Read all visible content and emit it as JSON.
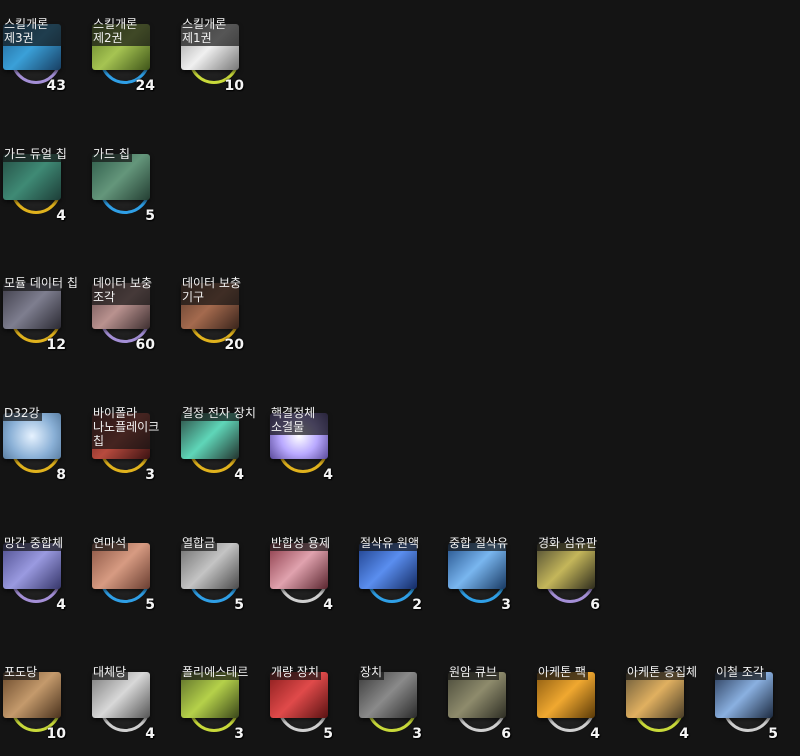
{
  "inventory": {
    "row1": [
      {
        "name": "스킬개론 제3권",
        "count": "43",
        "ring": "purple",
        "art": "linear-gradient(135deg,#1f5f8f,#3aa0d8 50%,#183f63)"
      },
      {
        "name": "스킬개론 제2권",
        "count": "24",
        "ring": "blue",
        "art": "linear-gradient(135deg,#5d7a26,#a6c452 50%,#3f5519)"
      },
      {
        "name": "스킬개론 제1권",
        "count": "10",
        "ring": "green",
        "art": "linear-gradient(135deg,#9a9a9a,#f0f0f0 50%,#777)"
      }
    ],
    "row2": [
      {
        "name": "가드 듀얼 칩",
        "count": "4",
        "ring": "gold",
        "art": "linear-gradient(135deg,#244e44,#3f8a75 50%,#1d3e38)"
      },
      {
        "name": "가드 칩",
        "count": "5",
        "ring": "blue",
        "art": "linear-gradient(135deg,#2e5c4a,#64967b 50%,#243f33)"
      }
    ],
    "row3": [
      {
        "name": "모듈 데이터 칩",
        "count": "12",
        "ring": "gold",
        "art": "linear-gradient(135deg,#3d3c48,#7e7e8f 50%,#2b2a33)"
      },
      {
        "name": "데이터 보충 조각",
        "count": "60",
        "ring": "purple",
        "art": "linear-gradient(135deg,#63494b,#b9928f 50%,#3e2f30)"
      },
      {
        "name": "데이터 보충 기구",
        "count": "20",
        "ring": "gold",
        "art": "linear-gradient(135deg,#5a3a2b,#a46a4e 50%,#3a241b)"
      }
    ],
    "row4": [
      {
        "name": "D32강",
        "count": "8",
        "ring": "gold",
        "art": "radial-gradient(circle,#e6f2ff,#8ab0d6 60%,#5b7fa3)"
      },
      {
        "name": "바이폴라 나노플레이크 칩",
        "count": "3",
        "ring": "gold",
        "art": "linear-gradient(135deg,#5b1c1c,#b84b3e 50%,#3b1212)"
      },
      {
        "name": "결정 전자 장치",
        "count": "4",
        "ring": "gold",
        "art": "linear-gradient(135deg,#2c4c44,#5fd6b8 50%,#23332e)"
      },
      {
        "name": "핵결정체 소결물",
        "count": "4",
        "ring": "gold",
        "art": "radial-gradient(circle,#ffffff,#b9a9ff 50%,#5a4a9a)"
      }
    ],
    "row5": [
      {
        "name": "망간 중합체",
        "count": "4",
        "ring": "purple",
        "art": "linear-gradient(135deg,#4e4e8e,#9a9ae0 50%,#36366a)"
      },
      {
        "name": "연마석",
        "count": "5",
        "ring": "blue",
        "art": "linear-gradient(135deg,#8a5544,#d79b82 50%,#6a3e31)"
      },
      {
        "name": "열합금",
        "count": "5",
        "ring": "blue",
        "art": "linear-gradient(135deg,#6e6e6e,#c4c4c4 50%,#4a4a4a)"
      },
      {
        "name": "반합성 용제",
        "count": "4",
        "ring": "white",
        "art": "linear-gradient(135deg,#8a3a48,#e0a2ae 50%,#5a262f)"
      },
      {
        "name": "절삭유 원액",
        "count": "2",
        "ring": "blue",
        "art": "linear-gradient(135deg,#1e3f8a,#5a8eef 50%,#142b63)"
      },
      {
        "name": "중합 절삭유",
        "count": "3",
        "ring": "blue",
        "art": "linear-gradient(135deg,#24508a,#79b6ef 50%,#193a63)"
      },
      {
        "name": "경화 섬유판",
        "count": "6",
        "ring": "purple",
        "art": "linear-gradient(135deg,#4d4a32,#c4b65a 50%,#2e2c1d)"
      }
    ],
    "row6": [
      {
        "name": "포도당",
        "count": "10",
        "ring": "green",
        "art": "linear-gradient(135deg,#6b4a2c,#c49a6c 50%,#4a321d)"
      },
      {
        "name": "대체당",
        "count": "4",
        "ring": "white",
        "art": "linear-gradient(135deg,#7a7a7a,#d8d8d8 50%,#555)"
      },
      {
        "name": "폴리에스테르",
        "count": "3",
        "ring": "green",
        "art": "linear-gradient(135deg,#5b6d2a,#b5d14a 50%,#3a461a)"
      },
      {
        "name": "개량 장치",
        "count": "5",
        "ring": "white",
        "art": "linear-gradient(135deg,#8a1d1d,#e04a4a 50%,#5a1212)"
      },
      {
        "name": "장치",
        "count": "3",
        "ring": "green",
        "art": "linear-gradient(135deg,#3a3a3a,#8a8a8a 50%,#2a2a2a)"
      },
      {
        "name": "원암 큐브",
        "count": "6",
        "ring": "white",
        "art": "linear-gradient(135deg,#4a4a3a,#8e8b6c 50%,#2e2e24)"
      },
      {
        "name": "아케톤 팩",
        "count": "4",
        "ring": "white",
        "art": "linear-gradient(135deg,#8a5a10,#f0a830 50%,#5a3a08)"
      },
      {
        "name": "아케톤 응집체",
        "count": "4",
        "ring": "green",
        "art": "linear-gradient(135deg,#6a5a3a,#e0b060 50%,#4a3e28)"
      },
      {
        "name": "이철 조각",
        "count": "5",
        "ring": "white",
        "art": "linear-gradient(135deg,#2a3c5a,#8ab0e0 50%,#1c2a40)"
      }
    ]
  }
}
